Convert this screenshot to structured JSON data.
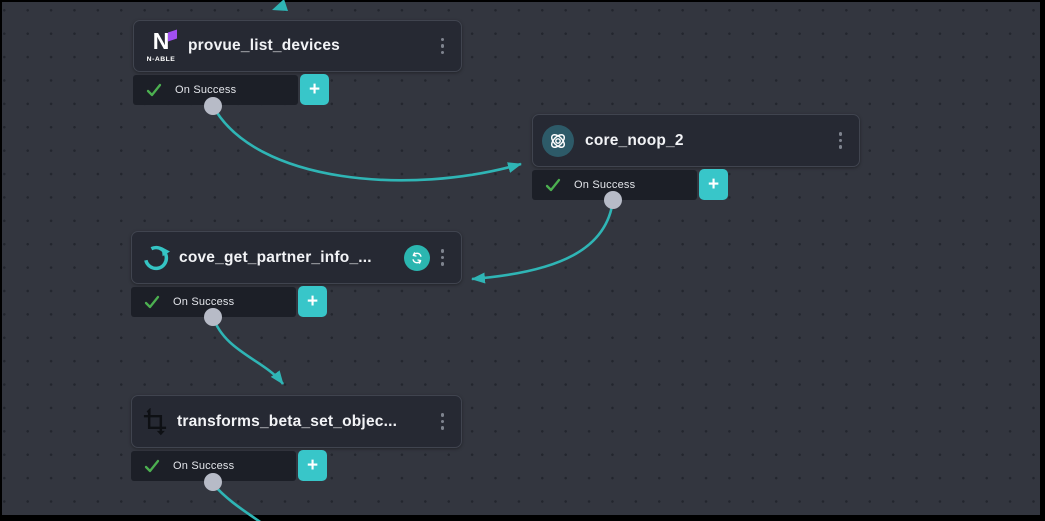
{
  "canvas": {
    "background_color": "#33363f",
    "grid_dot_color": "#23262e",
    "accent_teal": "#38c6c9",
    "connection_color": "#2fb5b5",
    "success_green": "#4cb050",
    "node_background": "#262933",
    "status_bar_background": "#1c1f27"
  },
  "nodes": [
    {
      "id": "provue_list_devices",
      "title": "provue_list_devices",
      "icon": "n-able-logo-icon",
      "icon_letter": "N",
      "icon_caption": "N-ABLE",
      "status": {
        "label": "On Success"
      },
      "add_label": "+"
    },
    {
      "id": "core_noop_2",
      "title": "core_noop_2",
      "icon": "atom-icon",
      "status": {
        "label": "On Success"
      },
      "add_label": "+"
    },
    {
      "id": "cove_get_partner_info",
      "title": "cove_get_partner_info_...",
      "icon": "circular-arrow-icon",
      "badge": "refresh-retry-icon",
      "status": {
        "label": "On Success"
      },
      "add_label": "+"
    },
    {
      "id": "transforms_beta_set_object",
      "title": "transforms_beta_set_objec...",
      "icon": "crop-transform-icon",
      "status": {
        "label": "On Success"
      },
      "add_label": "+"
    }
  ]
}
